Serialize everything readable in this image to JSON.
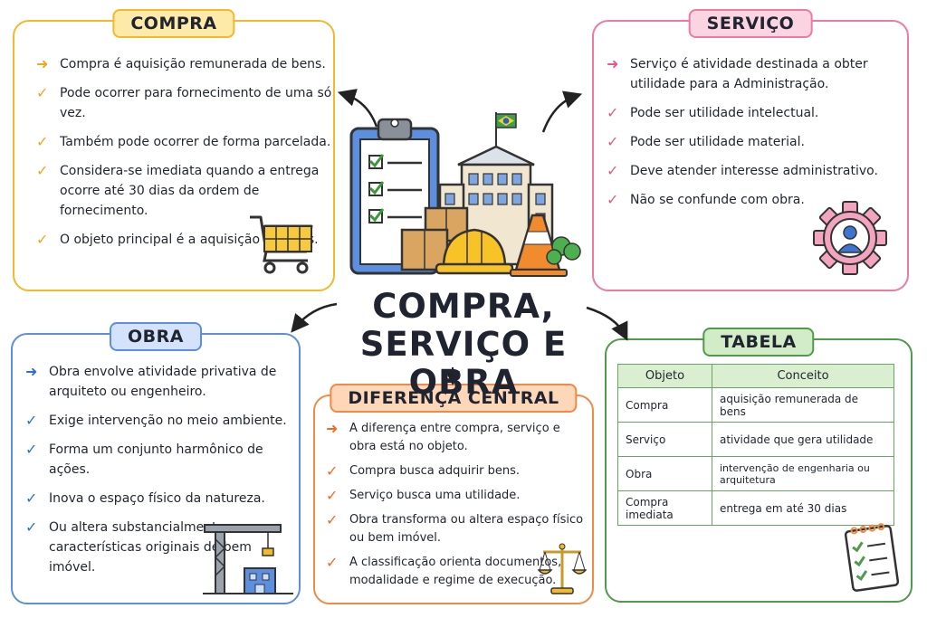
{
  "center": {
    "line1": "COMPRA,",
    "line2": "SERVIÇO E OBRA"
  },
  "compra": {
    "title": "COMPRA",
    "items": [
      "Compra é aquisição remunerada de bens.",
      "Pode ocorrer para fornecimento de uma só vez.",
      "Também pode ocorrer de forma parcelada.",
      "Considera-se imediata quando a entrega ocorre até 30 dias da ordem de fornecimento.",
      "O objeto principal é a aquisição de bens."
    ]
  },
  "servico": {
    "title": "SERVIÇO",
    "items": [
      "Serviço é atividade destinada a obter utilidade para a Administração.",
      "Pode ser utilidade intelectual.",
      "Pode ser utilidade material.",
      "Deve atender interesse administrativo.",
      "Não se confunde com obra."
    ]
  },
  "obra": {
    "title": "OBRA",
    "items": [
      "Obra envolve atividade privativa de arquiteto ou engenheiro.",
      "Exige intervenção no meio ambiente.",
      "Forma um conjunto harmônico de ações.",
      "Inova o espaço físico da natureza.",
      "Ou altera substancialmente as características originais de bem imóvel."
    ]
  },
  "diferenca": {
    "title": "DIFERENÇA CENTRAL",
    "items": [
      "A diferença entre compra, serviço e obra está no objeto.",
      "Compra busca adquirir bens.",
      "Serviço busca uma utilidade.",
      "Obra transforma ou altera espaço físico ou bem imóvel.",
      "A classificação orienta documentos, modalidade e regime de execução."
    ]
  },
  "tabela": {
    "title": "TABELA",
    "headers": [
      "Objeto",
      "Conceito"
    ],
    "rows": [
      [
        "Compra",
        "aquisição remunerada de bens"
      ],
      [
        "Serviço",
        "atividade que gera utilidade"
      ],
      [
        "Obra",
        "intervenção de engenharia ou arquitetura"
      ],
      [
        "Compra imediata",
        "entrega em até 30 dias"
      ]
    ]
  },
  "colors": {
    "compra": "#f3b92b",
    "servico": "#ec7aa1",
    "obra": "#5d8fe0",
    "diferenca": "#f08a44",
    "tabela": "#4f9a4b"
  }
}
